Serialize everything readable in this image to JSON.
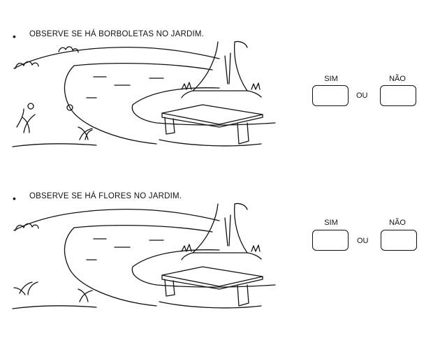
{
  "questions": [
    {
      "bullet": "•",
      "prompt": "OBSERVE SE HÁ BORBOLETAS NO JARDIM.",
      "yes_label": "SIM",
      "or_label": "OU",
      "no_label": "NÃO"
    },
    {
      "bullet": "•",
      "prompt": "OBSERVE SE HÁ FLORES NO JARDIM.",
      "yes_label": "SIM",
      "or_label": "OU",
      "no_label": "NÃO"
    }
  ],
  "icons": {
    "scene": "garden-scene-icon",
    "answer_box": "checkbox-icon"
  }
}
